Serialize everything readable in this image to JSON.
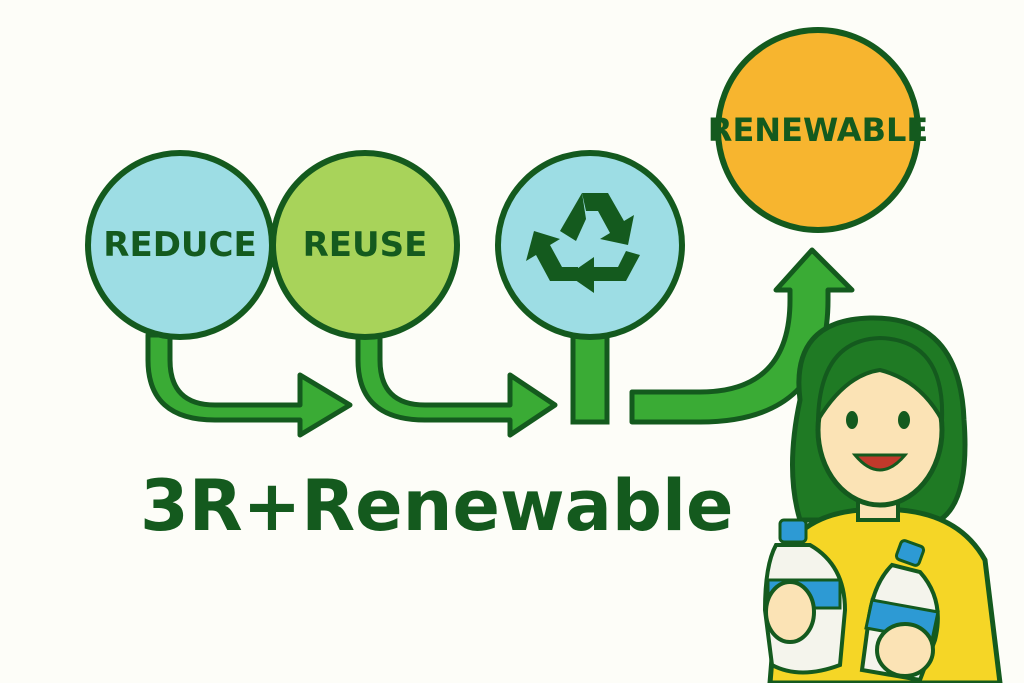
{
  "diagram": {
    "title": "3R+Renewable",
    "steps": [
      {
        "label": "REDUCE"
      },
      {
        "label": "REUSE"
      },
      {
        "label": "recycle-icon"
      },
      {
        "label": "RENEWABLE"
      }
    ]
  },
  "colors": {
    "outline": "#145a1e",
    "arrow": "#3aab35",
    "reduce_fill": "#9ddde4",
    "reuse_fill": "#a8d35a",
    "recycle_fill": "#9ddde4",
    "renewable_fill": "#f7b52f",
    "label": "#145a1e",
    "title": "#145a1e",
    "shirt": "#f5d626",
    "bottle_label": "#2d9ad4"
  },
  "icons": {
    "recycle": "recycle-icon",
    "person": "person-illustration",
    "bottle": "bottle-icon"
  }
}
